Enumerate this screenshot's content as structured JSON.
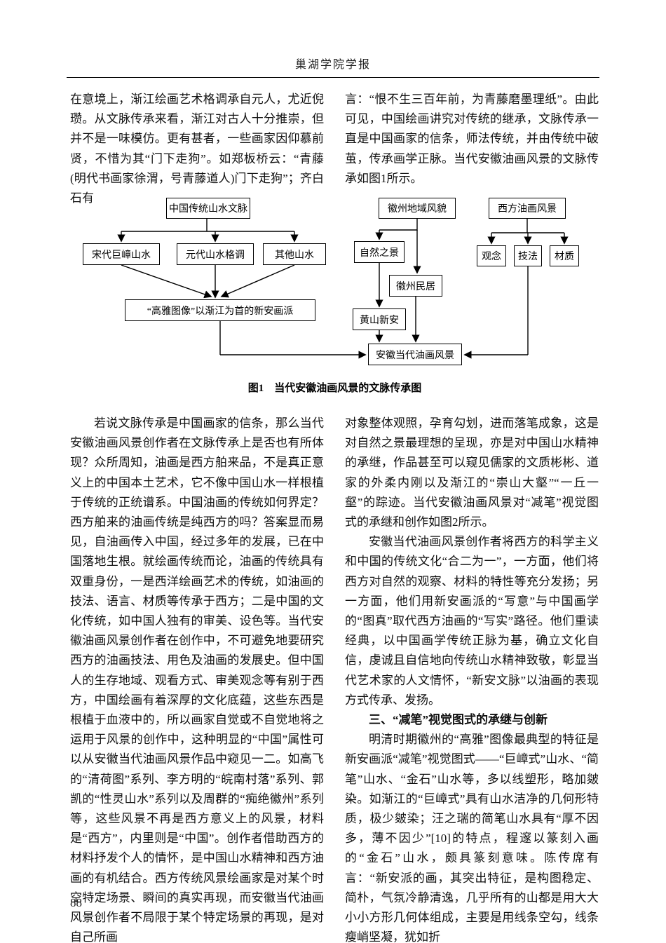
{
  "header": {
    "journal_title": "巢湖学院学报"
  },
  "top_left": {
    "text": "在意境上，渐江绘画艺术格调承自元人，尤近倪瓒。从文脉传承来看，渐江对古人十分推崇，但并不是一味模仿。更有甚者，一些画家因仰慕前贤，不惜为其“门下走狗”。如郑板桥云：“青藤(明代书画家徐渭，号青藤道人)门下走狗”；齐白石有"
  },
  "top_right": {
    "text": "言：“恨不生三百年前，为青藤磨墨理纸”。由此可见，中国绘画讲究对传统的继承，文脉传承一直是中国画家的信条，师法传统，并由传统中破茧，传承画学正脉。当代安徽油画风景的文脉传承如图1所示。"
  },
  "figure": {
    "caption": "图1　当代安徽油画风景的文脉传承图",
    "nodes": {
      "tradition": "中国传统山水文脉",
      "song": "宋代巨嶂山水",
      "yuan": "元代山水格调",
      "other": "其他山水",
      "gaoya": "“高雅图像”以渐江为首的新安画派",
      "huizhou": "徽州地域风貌",
      "nature": "自然之景",
      "minju": "徽州民居",
      "huangshan": "黄山新安",
      "western": "西方油画风景",
      "concept": "观念",
      "technique": "技法",
      "material": "材质",
      "anhui": "安徽当代油画风景"
    }
  },
  "main_left": {
    "text": "若说文脉传承是中国画家的信条，那么当代安徽油画风景创作者在文脉传承上是否也有所体现？众所周知，油画是西方舶来品，不是真正意义上的中国本土艺术，它不像中国山水一样根植于传统的正统谱系。中国油画的传统如何界定？西方舶来的油画传统是纯西方的吗？答案显而易见，自油画传入中国，经过多年的发展，已在中国落地生根。就绘画传统而论，油画的传统具有双重身份，一是西洋绘画艺术的传统，如油画的技法、语言、材质等传承于西方；二是中国的文化传统，如中国人独有的审美、设色等。当代安徽油画风景创作者在创作中，不可避免地要研究西方的油画技法、用色及油画的发展史。但中国人的生存地域、观看方式、审美观念等有别于西方，中国绘画有着深厚的文化底蕴，这些东西是根植于血液中的，所以画家自觉或不自觉地将之运用于风景的创作中，这种明显的“中国”属性可以从安徽当代油画风景作品中窥见一二。如高飞的“清荷图”系列、李方明的“皖南村落”系列、郭凯的“性灵山水”系列以及周群的“痴绝徽州”系列等，这些风景不再是西方意义上的风景，材料是“西方”，内里则是“中国”。创作者借助西方的材料抒发个人的情怀，是中国山水精神和西方油画的有机结合。西方传统风景绘画家是对某个时空特定场景、瞬间的真实再现，而安徽当代油画风景创作者不局限于某个特定场景的再现，是对自己所画"
  },
  "main_right": {
    "para1": "对象整体观照，孕育勾划，进而落笔成象，这是对自然之景最理想的呈现，亦是对中国山水精神的承继，作品甚至可以窥见儒家的文质彬彬、道家的外柔内刚以及渐江的“崇山大壑”“一丘一壑”的踪迹。当代安徽油画风景对“减笔”视觉图式的承继和创作如图2所示。",
    "para2": "安徽当代油画风景创作者将西方的科学主义和中国的传统文化“合二为一”，一方面，他们将西方对自然的观察、材料的特性等充分发扬；另一方面，他们用新安画派的“写意”与中国画学的“图真”取代西方油画的“写实”路径。他们重读经典，以中国画学传统正脉为基，确立文化自信，虔诚且自信地向传统山水精神致敬，彰显当代艺术家的人文情怀，“新安文脉”以油画的表现方式传承、发扬。",
    "heading": "三、“减笔”视觉图式的承继与创新",
    "para3": "明清时期徽州的“高雅”图像最典型的特征是新安画派“减笔”视觉图式——“巨嶂式”山水、“简笔”山水、“金石”山水等，多以线塑形，略加皴染。如渐江的“巨嶂式”具有山水洁净的几何形特质，极少皴染；汪之瑞的简笔山水具有“厚不因多，薄不因少”[10]的特点，程邃以篆刻入画的“金石”山水，颇具篆刻意味。陈传席有言：“新安派的画，其突出特征，是构图稳定、简朴，气氛冷静清逸，几乎所有的山都是用大大小小方形几何体组成，主要是用线条空勾，线条瘦峭坚凝，犹如折"
  },
  "footer": {
    "page_number": "88"
  }
}
